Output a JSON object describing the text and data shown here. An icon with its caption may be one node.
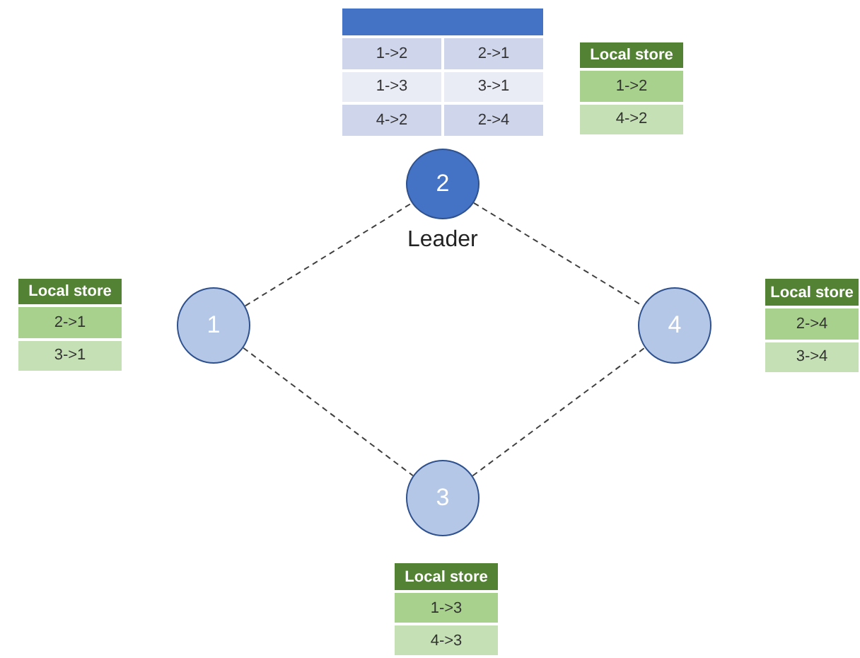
{
  "diagram": {
    "nodes": [
      {
        "text": [
          "1"
        ]
      },
      {
        "text": [
          "2"
        ],
        "beside": [
          "Leader"
        ]
      },
      {
        "text": [
          "3"
        ]
      },
      {
        "text": [
          "4"
        ]
      }
    ],
    "edges": [
      {
        "from": 0,
        "to": 1,
        "arrow": "none",
        "style": "dashed"
      },
      {
        "from": 1,
        "to": 3,
        "arrow": "none",
        "style": "dashed"
      },
      {
        "from": 0,
        "to": 2,
        "arrow": "none",
        "style": "dashed"
      },
      {
        "from": 2,
        "to": 3,
        "arrow": "none",
        "style": "dashed"
      }
    ],
    "labels": [
      "1->2",
      "2->1",
      "1->3",
      "3->1",
      "4->2",
      "2->4",
      "Local store",
      "1->2",
      "4->2",
      "Local store",
      "2->1",
      "3->1",
      "Local store",
      "2->4",
      "3->4",
      "Local store",
      "1->3",
      "4->3"
    ]
  }
}
